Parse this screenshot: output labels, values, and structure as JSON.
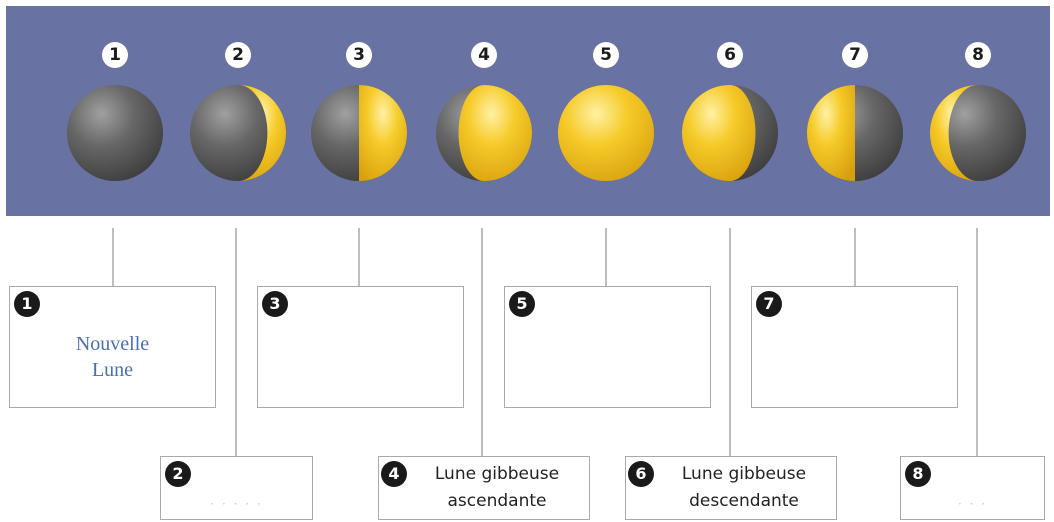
{
  "phases": [
    {
      "number": "1",
      "moon": "new-moon"
    },
    {
      "number": "2",
      "moon": "waxing-crescent"
    },
    {
      "number": "3",
      "moon": "first-quarter"
    },
    {
      "number": "4",
      "moon": "waxing-gibbous"
    },
    {
      "number": "5",
      "moon": "full-moon"
    },
    {
      "number": "6",
      "moon": "waning-gibbous"
    },
    {
      "number": "7",
      "moon": "last-quarter"
    },
    {
      "number": "8",
      "moon": "waning-crescent"
    }
  ],
  "boxes": [
    {
      "number": "1",
      "lines": [
        "Nouvelle",
        "Lune"
      ]
    },
    {
      "number": "2",
      "placeholder": "· · · · ·"
    },
    {
      "number": "3",
      "lines": []
    },
    {
      "number": "4",
      "lines": [
        "Lune gibbeuse",
        "ascendante"
      ]
    },
    {
      "number": "5",
      "lines": []
    },
    {
      "number": "6",
      "lines": [
        "Lune gibbeuse",
        "descendante"
      ]
    },
    {
      "number": "7",
      "lines": []
    },
    {
      "number": "8",
      "placeholder": "· · ·"
    }
  ],
  "colors": {
    "banner": "#6873a3",
    "moon_lit": "#f2c31e",
    "moon_dark": "#5b5b5b",
    "answer_text": "#4a6fb0"
  }
}
